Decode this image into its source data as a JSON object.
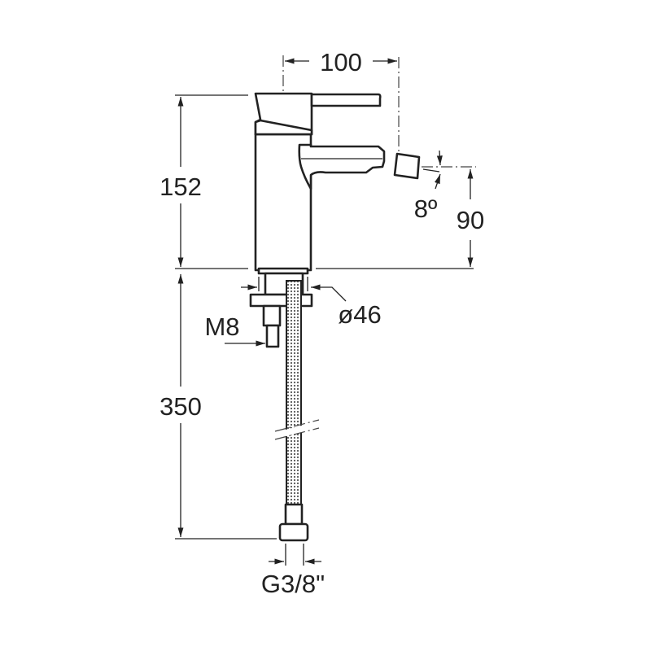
{
  "title": "Bidet mixer dimension drawing",
  "dimensions": {
    "width_top": "100",
    "height_total": "152",
    "spout_height": "90",
    "spout_angle": "8º",
    "base_diameter": "ø46",
    "stud_thread": "M8",
    "hose_length": "350",
    "hose_connection": "G3/8\""
  }
}
